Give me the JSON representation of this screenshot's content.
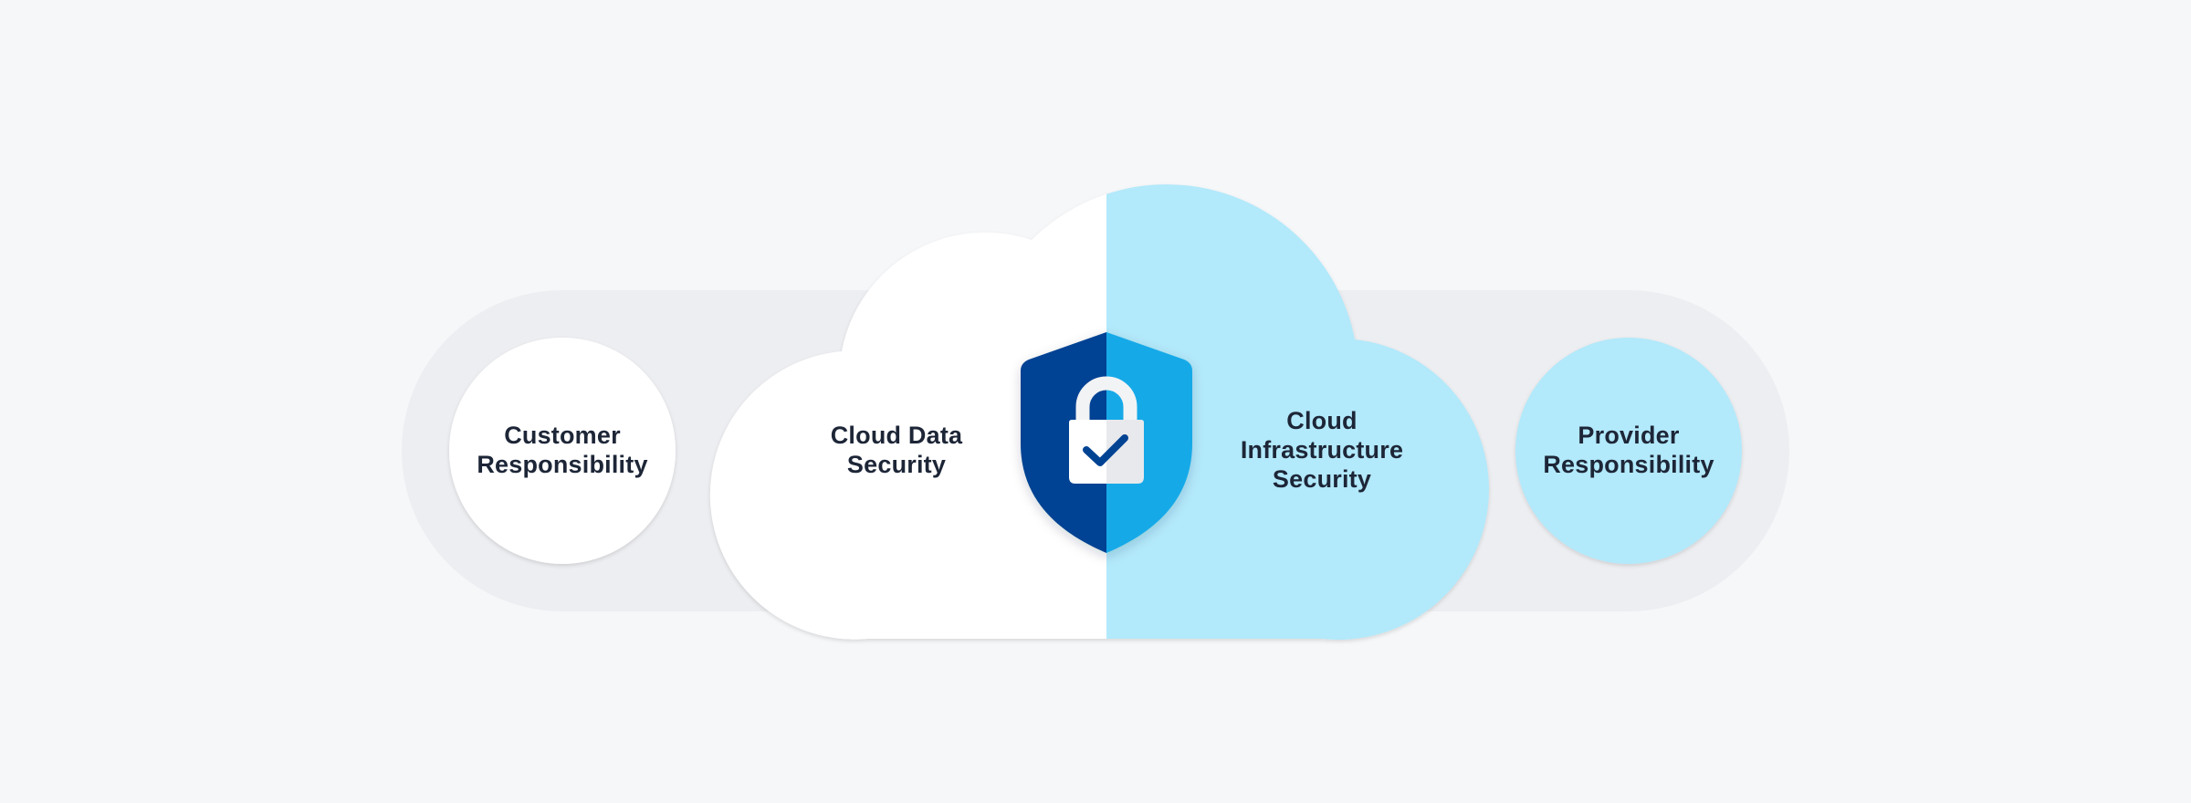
{
  "diagram": {
    "customer": {
      "label": "Customer\nResponsibility"
    },
    "provider": {
      "label": "Provider\nResponsibility"
    },
    "cloud_left": {
      "label": "Cloud Data\nSecurity"
    },
    "cloud_right": {
      "label": "Cloud\nInfrastructure\nSecurity"
    }
  },
  "colors": {
    "background": "#f6f7f9",
    "track": "#edeef1",
    "white": "#ffffff",
    "light_blue": "#b2e9fb",
    "shield_dark": "#004393",
    "shield_light": "#16a9e8",
    "text": "#1d2637"
  },
  "icons": {
    "center": "shield-lock-check-icon"
  }
}
